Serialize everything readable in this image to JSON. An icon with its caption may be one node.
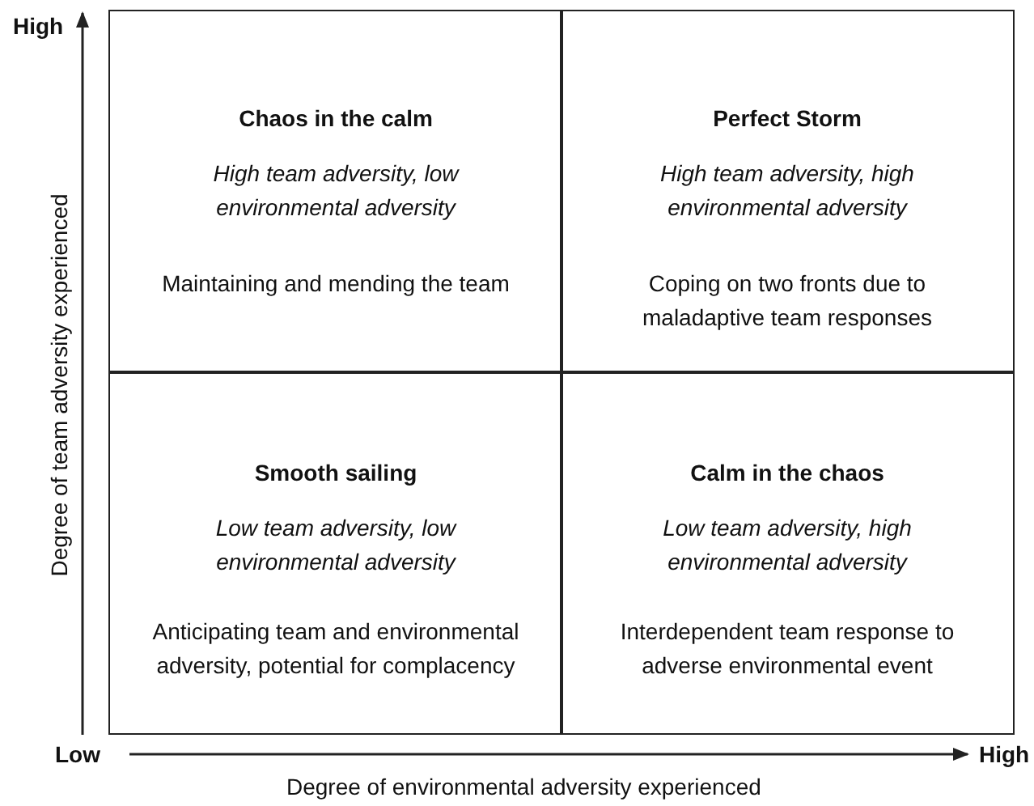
{
  "diagram": {
    "nodes": [
      {
        "text": [
          "Chaos in the calm",
          "High team adversity, low environmental adversity",
          "Maintaining and mending the team"
        ]
      },
      {
        "text": [
          "Perfect Storm",
          "High team adversity, high environmental adversity",
          "Coping on two fronts due to maladaptive team responses"
        ]
      },
      {
        "text": [
          "Smooth sailing",
          "Low team adversity, low environmental adversity",
          "Anticipating team and environmental adversity, potential for complacency"
        ]
      },
      {
        "text": [
          "Calm in the chaos",
          "Low team adversity, high environmental adversity",
          "Interdependent team response to adverse environmental event"
        ]
      }
    ],
    "edges": [],
    "labels": [
      "High",
      "Degree of team adversity experienced",
      "Low",
      "High",
      "Degree of environmental adversity experienced"
    ]
  }
}
